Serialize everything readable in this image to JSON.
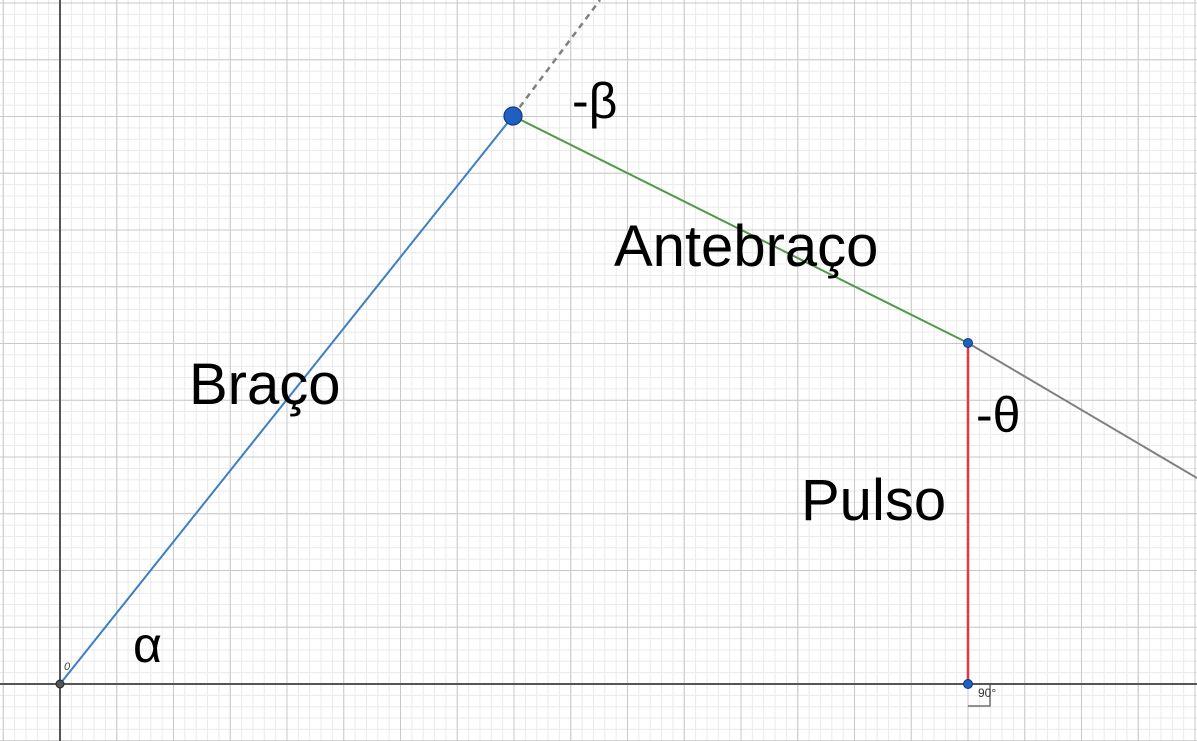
{
  "labels": {
    "arm": "Braço",
    "forearm": "Antebraço",
    "wrist": "Pulso",
    "alpha": "α",
    "beta": "-β",
    "theta": "-θ",
    "right_angle": "90°",
    "origin": "0"
  },
  "colors": {
    "arm": "#3d7fc4",
    "forearm": "#4f9a46",
    "wrist": "#e0383e",
    "extension": "#808080",
    "point": "#1f5fc0",
    "axis": "#555555",
    "grid_major": "#c8c8c8",
    "grid_minor": "#eaeaea"
  }
}
